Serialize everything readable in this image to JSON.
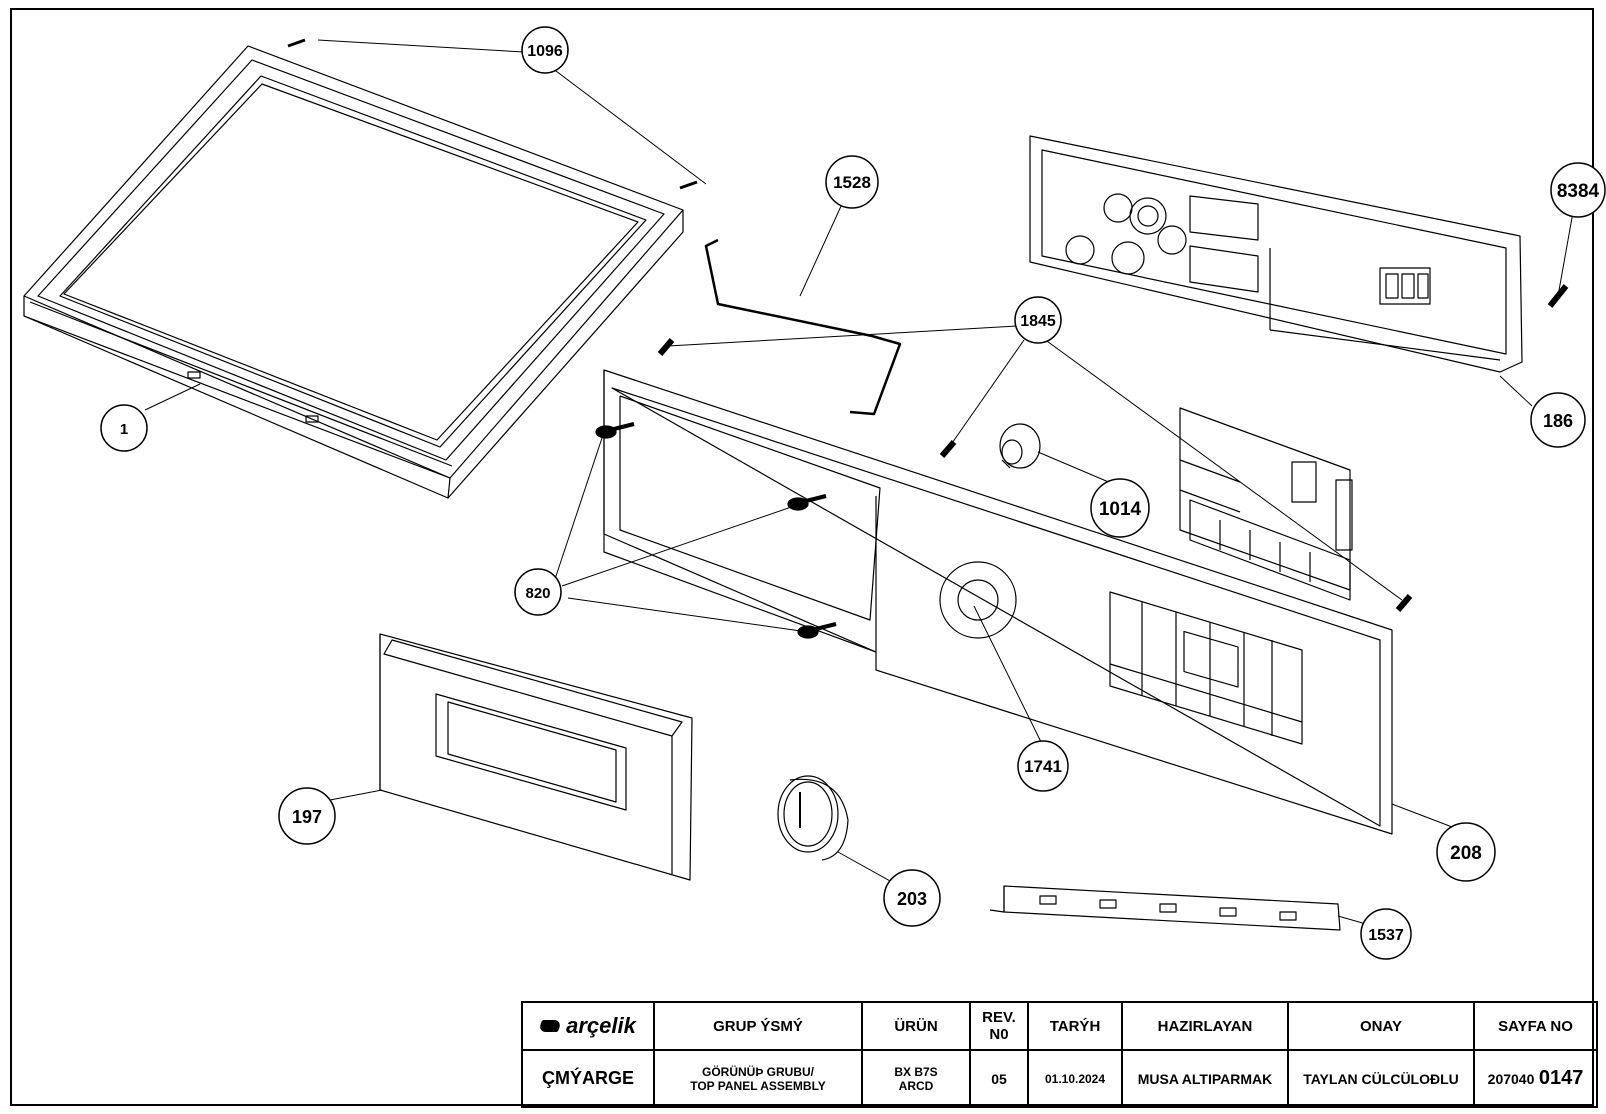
{
  "drawing": {
    "callouts": [
      "1096",
      "1528",
      "8384",
      "1845",
      "186",
      "1",
      "1014",
      "820",
      "1741",
      "197",
      "208",
      "203",
      "1537"
    ]
  },
  "title_block": {
    "logo_text": "arçelik",
    "headers": {
      "group_name": "GRUP ÝSMÝ",
      "product": "ÜRÜN",
      "rev_no_line1": "REV.",
      "rev_no_line2": "N0",
      "date": "TARÝH",
      "prepared_by": "HAZIRLAYAN",
      "approval": "ONAY",
      "page_no": "SAYFA NO"
    },
    "values": {
      "category": "ÇMÝARGE",
      "group_name_line1": "GÖRÜNÜÞ GRUBU/",
      "group_name_line2": "TOP PANEL ASSEMBLY",
      "product_line1": "BX B7S",
      "product_line2": "ARCD",
      "rev_no": "05",
      "date": "01.10.2024",
      "prepared_by": "MUSA ALTIPARMAK",
      "approval": "TAYLAN CÜLCÜLOÐLU",
      "page_no_prefix": "207040",
      "page_no_suffix": "0147"
    }
  }
}
